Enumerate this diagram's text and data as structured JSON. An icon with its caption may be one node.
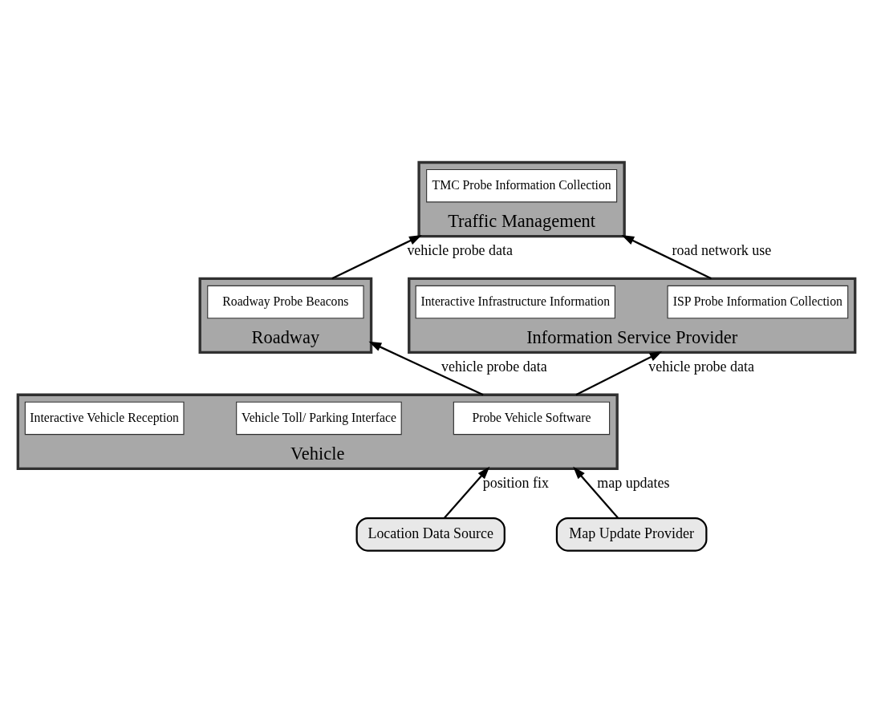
{
  "diagram": {
    "nodes": [
      {
        "text": [
          "Traffic Management"
        ]
      },
      {
        "text": [
          "TMC Probe Information Collection"
        ],
        "in": 0
      },
      {
        "text": [
          "Roadway"
        ]
      },
      {
        "text": [
          "Roadway Probe Beacons"
        ],
        "in": 2
      },
      {
        "text": [
          "Information Service Provider"
        ]
      },
      {
        "text": [
          "ISP Probe Information Collection"
        ],
        "in": 4
      },
      {
        "text": [
          "Interactive Infrastructure Information"
        ],
        "in": 4
      },
      {
        "text": [
          "Vehicle"
        ]
      },
      {
        "text": [
          "Probe Vehicle Software"
        ],
        "in": 7
      },
      {
        "text": [
          "Vehicle Toll/ Parking Interface"
        ],
        "in": 7
      },
      {
        "text": [
          "Interactive Vehicle Reception"
        ],
        "in": 7
      },
      {
        "text": [
          "Location Data Source"
        ]
      },
      {
        "text": [
          "Map Update Provider"
        ]
      }
    ],
    "edges": [
      {
        "from": 2,
        "to": 0,
        "arrow": "to",
        "label": "vehicle probe data"
      },
      {
        "from": 4,
        "to": 0,
        "arrow": "to",
        "label": "road network use"
      },
      {
        "from": 7,
        "to": 2,
        "arrow": "to",
        "label": "vehicle probe data"
      },
      {
        "from": 7,
        "to": 4,
        "arrow": "to",
        "label": "vehicle probe data"
      },
      {
        "from": 11,
        "to": 7,
        "arrow": "to",
        "label": "position fix"
      },
      {
        "from": 12,
        "to": 7,
        "arrow": "to",
        "label": "map updates"
      }
    ]
  }
}
